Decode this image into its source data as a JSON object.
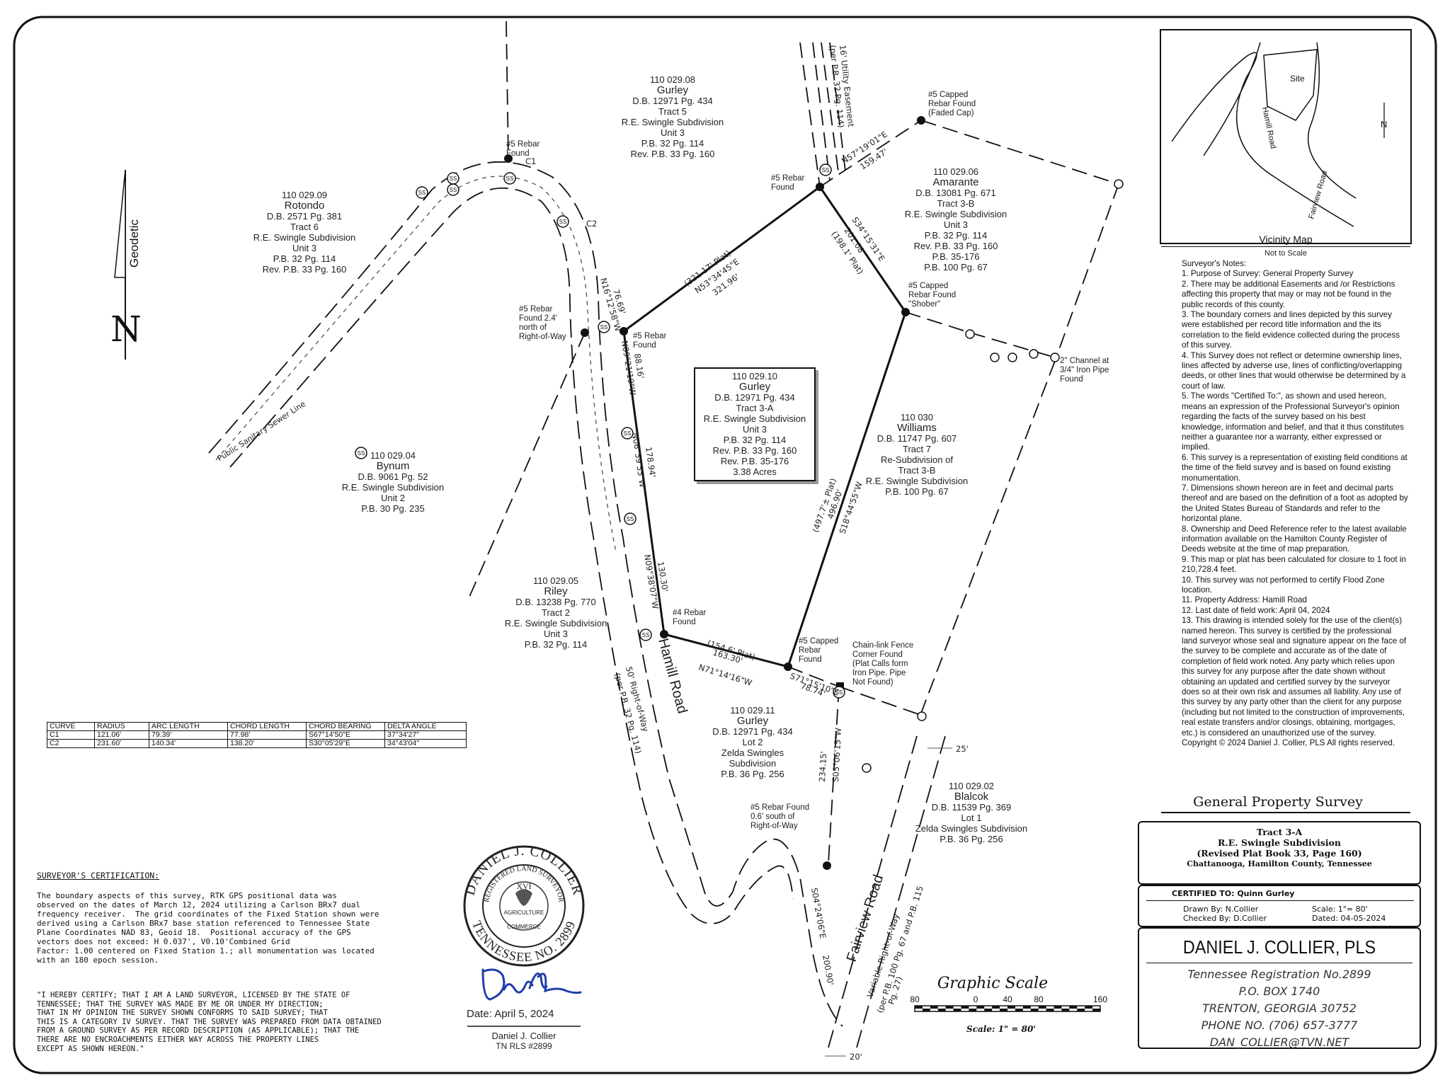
{
  "north": {
    "letter": "N",
    "label": "Geodetic"
  },
  "parcels": {
    "rotondo": [
      "110 029.09",
      "Rotondo",
      "D.B. 2571 Pg. 381",
      "Tract 6",
      "R.E. Swingle Subdivision",
      "Unit 3",
      "P.B. 32 Pg. 114",
      "Rev. P.B. 33 Pg. 160"
    ],
    "gurley_top": [
      "110 029.08",
      "Gurley",
      "D.B. 12971 Pg. 434",
      "Tract 5",
      "R.E. Swingle Subdivision",
      "Unit 3",
      "P.B. 32 Pg. 114",
      "Rev. P.B. 33 Pg. 160"
    ],
    "amarante": [
      "110 029.06",
      "Amarante",
      "D.B. 13081 Pg. 671",
      "Tract 3-B",
      "R.E. Swingle Subdivision",
      "Unit 3",
      "P.B. 32 Pg. 114",
      "Rev. P.B. 33 Pg. 160",
      "P.B. 35-176",
      "P.B. 100 Pg. 67"
    ],
    "subject": [
      "110 029.10",
      "Gurley",
      "D.B. 12971 Pg. 434",
      "Tract 3-A",
      "R.E. Swingle Subdivision",
      "Unit 3",
      "P.B. 32 Pg. 114",
      "Rev. P.B. 33 Pg. 160",
      "Rev. P.B. 35-176",
      "3.38 Acres"
    ],
    "williams": [
      "110 030",
      "Williams",
      "D.B. 11747 Pg. 607",
      "Tract 7",
      "Re-Subdivision of",
      "Tract 3-B",
      "R.E. Swingle Subdivision",
      "P.B. 100 Pg. 67"
    ],
    "bynum": [
      "110 029.04",
      "Bynum",
      "D.B. 9061 Pg. 52",
      "R.E. Swingle Subdivision",
      "Unit 2",
      "P.B. 30 Pg. 235"
    ],
    "riley": [
      "110 029.05",
      "Riley",
      "D.B. 13238 Pg. 770",
      "Tract 2",
      "R.E. Swingle Subdivision",
      "Unit 3",
      "P.B. 32 Pg. 114"
    ],
    "gurley_bottom": [
      "110 029.11",
      "Gurley",
      "D.B. 12971 Pg. 434",
      "Lot 2",
      "Zelda Swingles",
      "Subdivision",
      "P.B. 36 Pg. 256"
    ],
    "blalcok": [
      "110 029.02",
      "Blalcok",
      "D.B. 11539 Pg. 369",
      "Lot 1",
      "Zelda Swingles Subdivision",
      "P.B. 36 Pg. 256"
    ]
  },
  "monuments": {
    "rebar_c1": [
      "#5 Rebar",
      "Found"
    ],
    "rebar_top": [
      "#5 Rebar",
      "Found"
    ],
    "capped_faded": [
      "#5 Capped",
      "Rebar Found",
      "(Faded Cap)"
    ],
    "capped_shober": [
      "#5 Capped",
      "Rebar Found",
      "\"Shober\""
    ],
    "rebar_24": [
      "#5 Rebar",
      "Found 2.4'",
      "north of",
      "Right-of-Way"
    ],
    "rebar_left": [
      "#5 Rebar",
      "Found"
    ],
    "channel": [
      "2\" Channel at",
      "3/4\" Iron Pipe",
      "Found"
    ],
    "rebar4": [
      "#4 Rebar",
      "Found"
    ],
    "capped_bottom": [
      "#5 Capped",
      "Rebar",
      "Found"
    ],
    "fence": [
      "Chain-link Fence",
      "Corner Found",
      "(Plat Calls form",
      "Iron Pipe. Pipe",
      "Not Found)"
    ],
    "rebar_06": [
      "#5 Rebar Found",
      "0.6' south of",
      "Right-of-Way"
    ]
  },
  "lines": {
    "n57": "N57°19'01\"E",
    "n57_dist": "159.47'",
    "n53": "N53°34'45\"E",
    "n53_dist": "321.96'",
    "n53_plat": "(321.17' Plat)",
    "s34": "S34°15'31\"E",
    "s34_dist": "201.08'",
    "s34_plat": "(198.1' Plat)",
    "n16": "N16°12'58\"W",
    "n16_dist": "76.69'",
    "n09a": "N09°21'10\"W",
    "n09a_dist": "88.16'",
    "n06": "N06°59'55\"W",
    "n06_dist": "178.94'",
    "n09b": "N09°38'07\"W",
    "n09b_dist": "130.30'",
    "s18": "S18°44'55\"W",
    "s18_dist": "496.90'",
    "s18_plat": "(497.7'± Plat)",
    "n71": "N71°14'16\"W",
    "n71_dist": "163.30'",
    "n71_plat": "(154.6' Plat)",
    "s71": "S71°15'10\"E",
    "s71_dist": "78.74'",
    "s05": "S05°06'15\"W",
    "s05_dist": "234.15'",
    "s04": "S04°24'06\"E",
    "s04_dist": "200.90'",
    "easement": "16' Utility Easement",
    "easement_ref": "(per P.B. 32 Pg. 114)",
    "sewer": "Public Sanitary Sewer Line",
    "c1": "C1",
    "c2": "C2",
    "ss": "SS"
  },
  "roads": {
    "hamill": "Hamill Road",
    "hamill_row": "50' Right-of-Way",
    "hamill_ref": "(per P.B. 32 Pg. 114)",
    "fairview": "Fairview Road",
    "fairview_row": "Variable Right-of-Way",
    "fairview_ref": "(per P.B. 100 Pg. 67 and P.B. 115",
    "fairview_ref2": "Pg. 27)",
    "w25": "25'",
    "w20": "20'"
  },
  "curve_table": {
    "headers": [
      "CURVE",
      "RADIUS",
      "ARC LENGTH",
      "CHORD LENGTH",
      "CHORD BEARING",
      "DELTA ANGLE"
    ],
    "rows": [
      [
        "C1",
        "121.06'",
        "79.39'",
        "77.98'",
        "S67°14'50\"E",
        "37°34'27\""
      ],
      [
        "C2",
        "231.60'",
        "140.34'",
        "138.20'",
        "S30°05'29\"E",
        "34°43'04\""
      ]
    ]
  },
  "vicinity": {
    "site": "Site",
    "hamill": "Hamill Road",
    "fairview": "Fairview Road",
    "north": "N",
    "title": "Vicinity Map",
    "subtitle": "Not to Scale"
  },
  "notes": {
    "heading": "Surveyor's Notes:",
    "items": [
      "1. Purpose of Survey: General Property Survey",
      "2. There may be additional Easements and /or Restrictions affecting this property that may or may not be found in the public records of this county.",
      "3. The boundary corners and lines depicted by this survey were established per record title information  and the its correlation to the field evidence collected during the process of this survey.",
      "4. This Survey does not reflect or determine ownership lines, lines affected by adverse use, lines of conflicting/overlapping deeds, or other lines that would otherwise be determined by a court of law.",
      "5. The words \"Certified To:\", as shown and used hereon, means an expression of the Professional Surveyor's opinion regarding the facts of the survey based on his best knowledge, information and belief, and that it thus constitutes neither a guarantee nor a warranty, either expressed or implied.",
      "6. This survey is a representation of existing field conditions at the time of the field survey and is based on found existing monumentation.",
      "7. Dimensions shown hereon are in feet and decimal parts thereof and are based on the definition of a foot as adopted by the United States Bureau of Standards and refer to the horizontal plane.",
      "8. Ownership and Deed Reference refer to the latest available information available on the  Hamilton County Register of Deeds website at the time of map preparation.",
      "9. This map or plat has been calculated for closure to 1 foot in  210,728.4 feet.",
      "10. This survey was not performed to certify Flood Zone location.",
      "11. Property Address: Hamill Road",
      "12. Last date of field work: April 04, 2024",
      "13. This drawing is intended solely for the use of the client(s) named hereon. This survey is certified by the professional land surveyor whose seal and signature appear on the face of the survey to be complete and accurate as of the date of completion of field work noted. Any party which relies upon this survey for any purpose after the date shown without obtaining an updated and certified survey by the surveyor does so at their own risk and assumes all liability. Any use of this survey by any party other than the client for any purpose (including but not limited to the construction of improvements, real estate transfers and/or closings, obtaining, mortgages, etc.) is considered an unauthorized use of the survey.",
      "Copyright © 2024 Daniel J. Collier, PLS All rights reserved."
    ]
  },
  "title_block": {
    "survey_type": "General Property Survey",
    "tract": "Tract 3-A",
    "subdivision": "R.E. Swingle Subdivision",
    "plat_ref": "(Revised Plat Book 33, Page 160)",
    "location": "Chattanooga, Hamilton County, Tennessee",
    "certified": "CERTIFIED TO: Quinn Gurley",
    "drawn_by": "Drawn By: N.Collier",
    "checked_by": "Checked By: D.Collier",
    "scale": "Scale: 1\"= 80'",
    "dated": "Dated: 04-05-2024",
    "firm": "DANIEL J. COLLIER, PLS",
    "registration": "Tennessee Registration No.2899",
    "po_box": "P.O. BOX 1740",
    "city": "TRENTON, GEORGIA 30752",
    "phone": "PHONE NO. (706) 657-3777",
    "email": "DAN_COLLIER@TVN.NET"
  },
  "graphic_scale": {
    "title": "Graphic Scale",
    "ticks": [
      "80",
      "0",
      "40",
      "80",
      "160"
    ],
    "caption": "Scale: 1\" = 80'"
  },
  "certification": {
    "heading": "SURVEYOR'S CERTIFICATION:",
    "body": [
      "The boundary aspects of this survey, RTK GPS positional data was",
      "observed on the dates of March 12, 2024 utilizing a Carlson BRx7 dual",
      "frequency receiver.  The grid coordinates of the Fixed Station shown were",
      "derived using a Carlson BRx7 base station referenced to Tennessee State",
      "Plane Coordinates NAD 83, Geoid 18.  Positional accuracy of the GPS",
      "vectors does not exceed: H 0.037', V0.10'Combined Grid",
      "Factor: 1.00 centered on Fixed Station 1.; all monumentation was located",
      "with an 180 epoch session."
    ],
    "statement": [
      "\"I HEREBY CERTIFY; THAT I AM A LAND SURVEYOR, LICENSED BY THE STATE OF",
      "TENNESSEE; THAT THE SURVEY WAS MADE BY ME OR UNDER MY DIRECTION;",
      "THAT IN MY OPINION THE SURVEY SHOWN CONFORMS TO SAID SURVEY; THAT",
      "THIS IS A CATEGORY IV SURVEY. THAT THE SURVEY WAS PREPARED FROM DATA OBTAINED",
      "FROM A GROUND SURVEY AS PER RECORD DESCRIPTION (AS APPLICABLE); THAT THE",
      "THERE ARE NO ENCROACHMENTS EITHER WAY ACROSS THE PROPERTY LINES",
      "EXCEPT AS SHOWN HEREON.\""
    ]
  },
  "seal": {
    "outer_top": "DANIEL J. COLLIER",
    "outer_bottom": "TENNESSEE NO. 2899",
    "inner_top": "REGISTERED LAND SURVEYOR",
    "inner_roman": "XVI",
    "agriculture": "AGRICULTURE",
    "commerce": "COMMERCE"
  },
  "signature": {
    "date": "Date: April 5, 2024",
    "name": "Daniel J. Collier",
    "rls": "TN RLS #2899"
  }
}
